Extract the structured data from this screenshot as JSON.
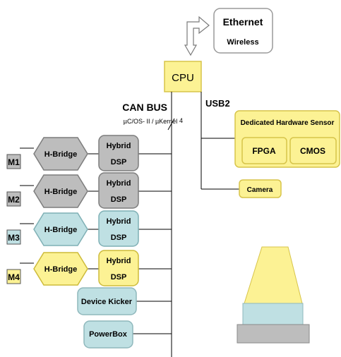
{
  "colors": {
    "gray": "#bdbdbd",
    "blue": "#bfe0e3",
    "yellow": "#fcf294",
    "line": "#000000"
  },
  "top": {
    "ethernet": "Ethernet",
    "wireless": "Wireless",
    "cpu": "CPU",
    "can_bus": "CAN BUS",
    "os": "µC/OS- II  / µKernel",
    "bus_width": "4",
    "usb": "USB2"
  },
  "sensor": {
    "title": "Dedicated Hardware Sensor",
    "fpga": "FPGA",
    "cmos": "CMOS",
    "camera": "Camera"
  },
  "motors": [
    {
      "motor": "M1",
      "bridge": "H-Bridge",
      "dsp1": "Hybrid",
      "dsp2": "DSP",
      "color": "gray"
    },
    {
      "motor": "M2",
      "bridge": "H-Bridge",
      "dsp1": "Hybrid",
      "dsp2": "DSP",
      "color": "gray"
    },
    {
      "motor": "M3",
      "bridge": "H-Bridge",
      "dsp1": "Hybrid",
      "dsp2": "DSP",
      "color": "blue"
    },
    {
      "motor": "M4",
      "bridge": "H-Bridge",
      "dsp1": "Hybrid",
      "dsp2": "DSP",
      "color": "yellow"
    }
  ],
  "devices": {
    "kicker": "Device Kicker",
    "power": "PowerBox"
  }
}
